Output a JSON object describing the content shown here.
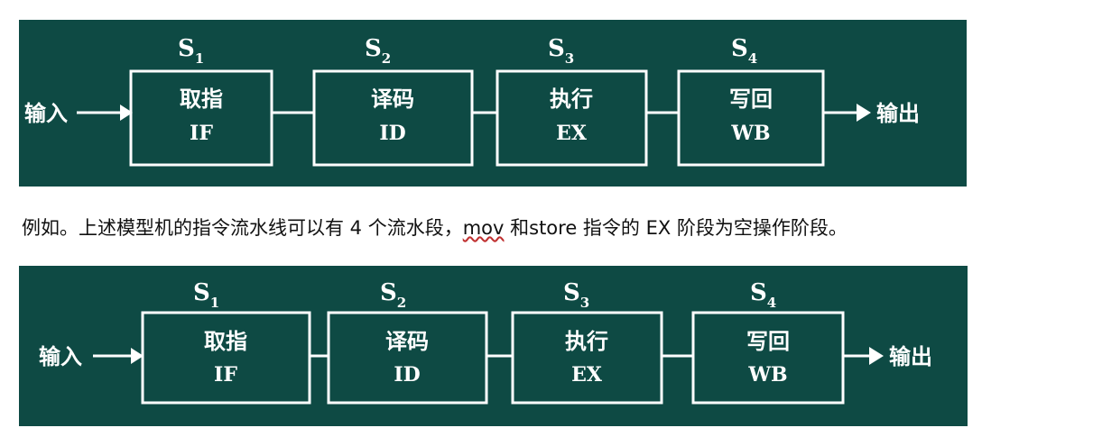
{
  "colors": {
    "panel_bg": "#0e4a44",
    "stroke": "#ffffff",
    "caption_text": "#111111"
  },
  "pipeline": {
    "input_label": "输入",
    "output_label": "输出",
    "stages": [
      {
        "s": "S",
        "sub": "1",
        "cn": "取指",
        "en": "IF"
      },
      {
        "s": "S",
        "sub": "2",
        "cn": "译码",
        "en": "ID"
      },
      {
        "s": "S",
        "sub": "3",
        "cn": "执行",
        "en": "EX"
      },
      {
        "s": "S",
        "sub": "4",
        "cn": "写回",
        "en": "WB"
      }
    ]
  },
  "caption": {
    "prefix": "例如。上述模型机的指令流水线可以有 4 个流水段，",
    "mov": "mov",
    "middle": " 和store 指令的 EX 阶段为空操作阶段。"
  }
}
